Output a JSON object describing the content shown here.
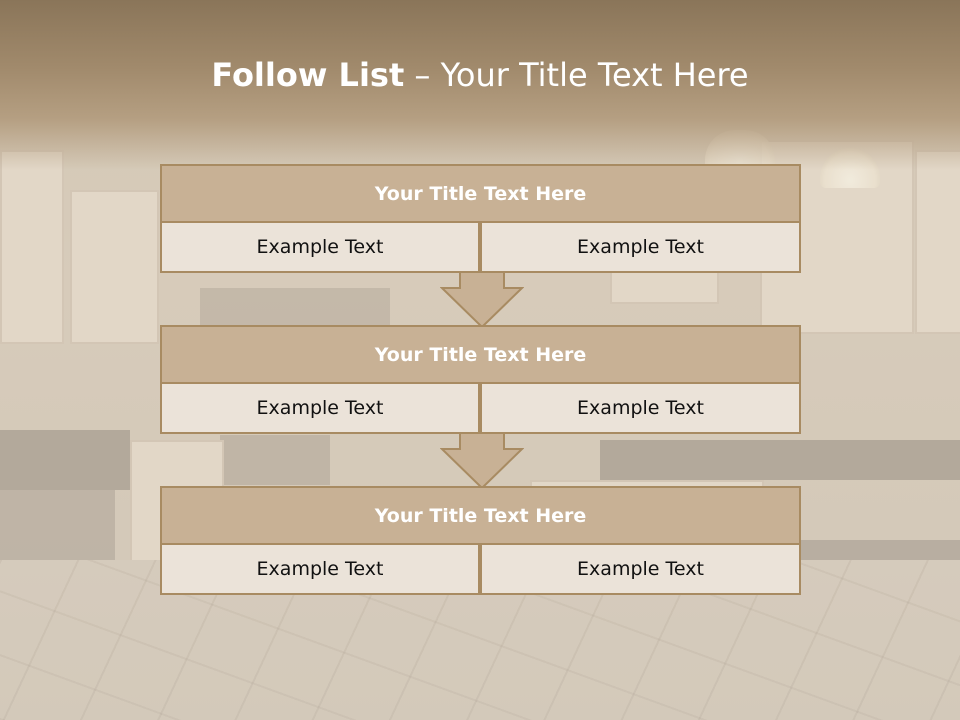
{
  "title": {
    "bold": "Follow List",
    "rest": " – Your Title Text Here"
  },
  "steps": [
    {
      "title": "Your Title Text Here",
      "left": "Example Text",
      "right": "Example Text"
    },
    {
      "title": "Your Title Text Here",
      "left": "Example Text",
      "right": "Example Text"
    },
    {
      "title": "Your Title Text Here",
      "left": "Example Text",
      "right": "Example Text"
    }
  ],
  "colors": {
    "header_band": "#8a7559",
    "box_title": "#c8b195",
    "box_border": "#a88b62",
    "cell_bg": "#ebe3d9"
  }
}
